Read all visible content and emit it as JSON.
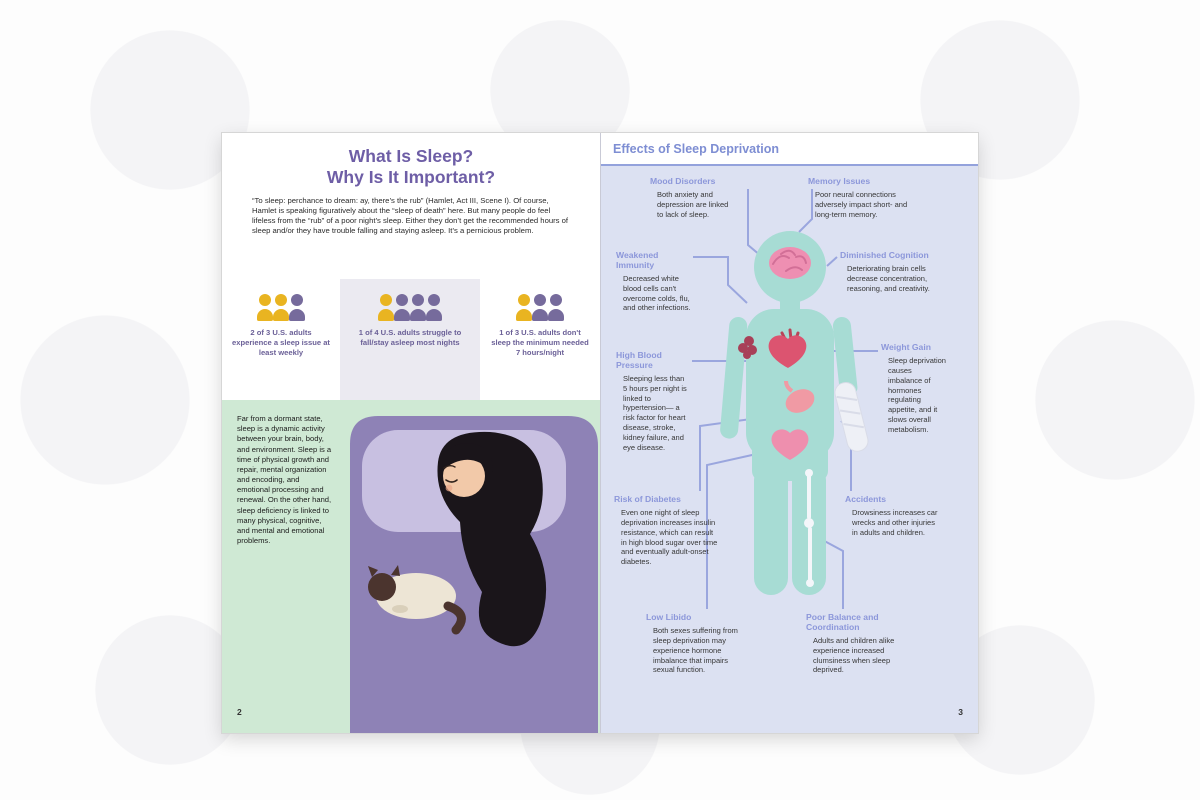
{
  "colors": {
    "accent_purple": "#6e5ea6",
    "callout_blue": "#8c97da",
    "body_teal": "#a7dcd4",
    "green_background": "#cfe9d4",
    "right_page_background": "#dce1f2",
    "icon_gold": "#e9b421",
    "icon_purple": "#766b9c"
  },
  "left_page": {
    "title_line1": "What Is Sleep?",
    "title_line2": "Why Is It Important?",
    "intro": "“To sleep: perchance to dream: ay, there’s the rub” (Hamlet, Act III, Scene I). Of course, Hamlet is speaking figuratively about the “sleep of death” here. But many people do feel lifeless from the “rub” of a poor night’s sleep. Either they don’t get the recommended hours of sleep and/or they have trouble falling and staying asleep. It’s a pernicious problem.",
    "stats": [
      {
        "icon": "person-icon",
        "highlight": 2,
        "total": 3,
        "label": "2 of 3 U.S. adults experience a sleep issue at least weekly"
      },
      {
        "icon": "person-icon",
        "highlight": 1,
        "total": 4,
        "label": "1 of 4 U.S. adults struggle to fall/stay asleep most nights"
      },
      {
        "icon": "person-icon",
        "highlight": 1,
        "total": 3,
        "label": "1 of 3 U.S. adults don't sleep the minimum needed 7 hours/night"
      }
    ],
    "sidebar": "Far from a dormant state, sleep is a dynamic activity between your brain, body, and environment. Sleep is a time of physical growth and repair, mental organization and encoding, and emotional processing and renewal. On the other hand, sleep deficiency is linked to many physical, cognitive, and mental and emotional problems.",
    "illustration": "sleeping woman with cat on purple bed",
    "page_number": "2"
  },
  "right_page": {
    "title": "Effects of Sleep Deprivation",
    "callouts": {
      "mood": {
        "title": "Mood Disorders",
        "body": "Both anxiety and depression are linked to lack of sleep."
      },
      "memory": {
        "title": "Memory Issues",
        "body": "Poor neural connections adversely impact short- and long-term memory."
      },
      "immunity": {
        "title": "Weakened Immunity",
        "body": "Decreased white blood cells can't overcome colds, flu, and other infections."
      },
      "cognition": {
        "title": "Diminished Cognition",
        "body": "Deteriorating brain cells decrease concentration, reasoning, and creativity."
      },
      "blood_pressure": {
        "title": "High Blood Pressure",
        "body": "Sleeping less than 5 hours per night is linked to hypertension— a risk factor for heart disease, stroke, kidney failure, and eye disease."
      },
      "weight": {
        "title": "Weight Gain",
        "body": "Sleep deprivation causes imbalance of hormones regulating appetite, and it slows overall metabolism."
      },
      "diabetes": {
        "title": "Risk of Diabetes",
        "body": "Even one night of sleep deprivation increases insulin resistance, which can result in high blood sugar over time and eventually adult-onset diabetes."
      },
      "accidents": {
        "title": "Accidents",
        "body": "Drowsiness increases car wrecks and other injuries in adults and children."
      },
      "libido": {
        "title": "Low Libido",
        "body": "Both sexes suffering from sleep deprivation may experience hormone imbalance that impairs sexual function."
      },
      "balance": {
        "title": "Poor Balance and Coordination",
        "body": "Adults and children alike experience increased clumsiness when sleep deprived."
      }
    },
    "page_number": "3"
  }
}
